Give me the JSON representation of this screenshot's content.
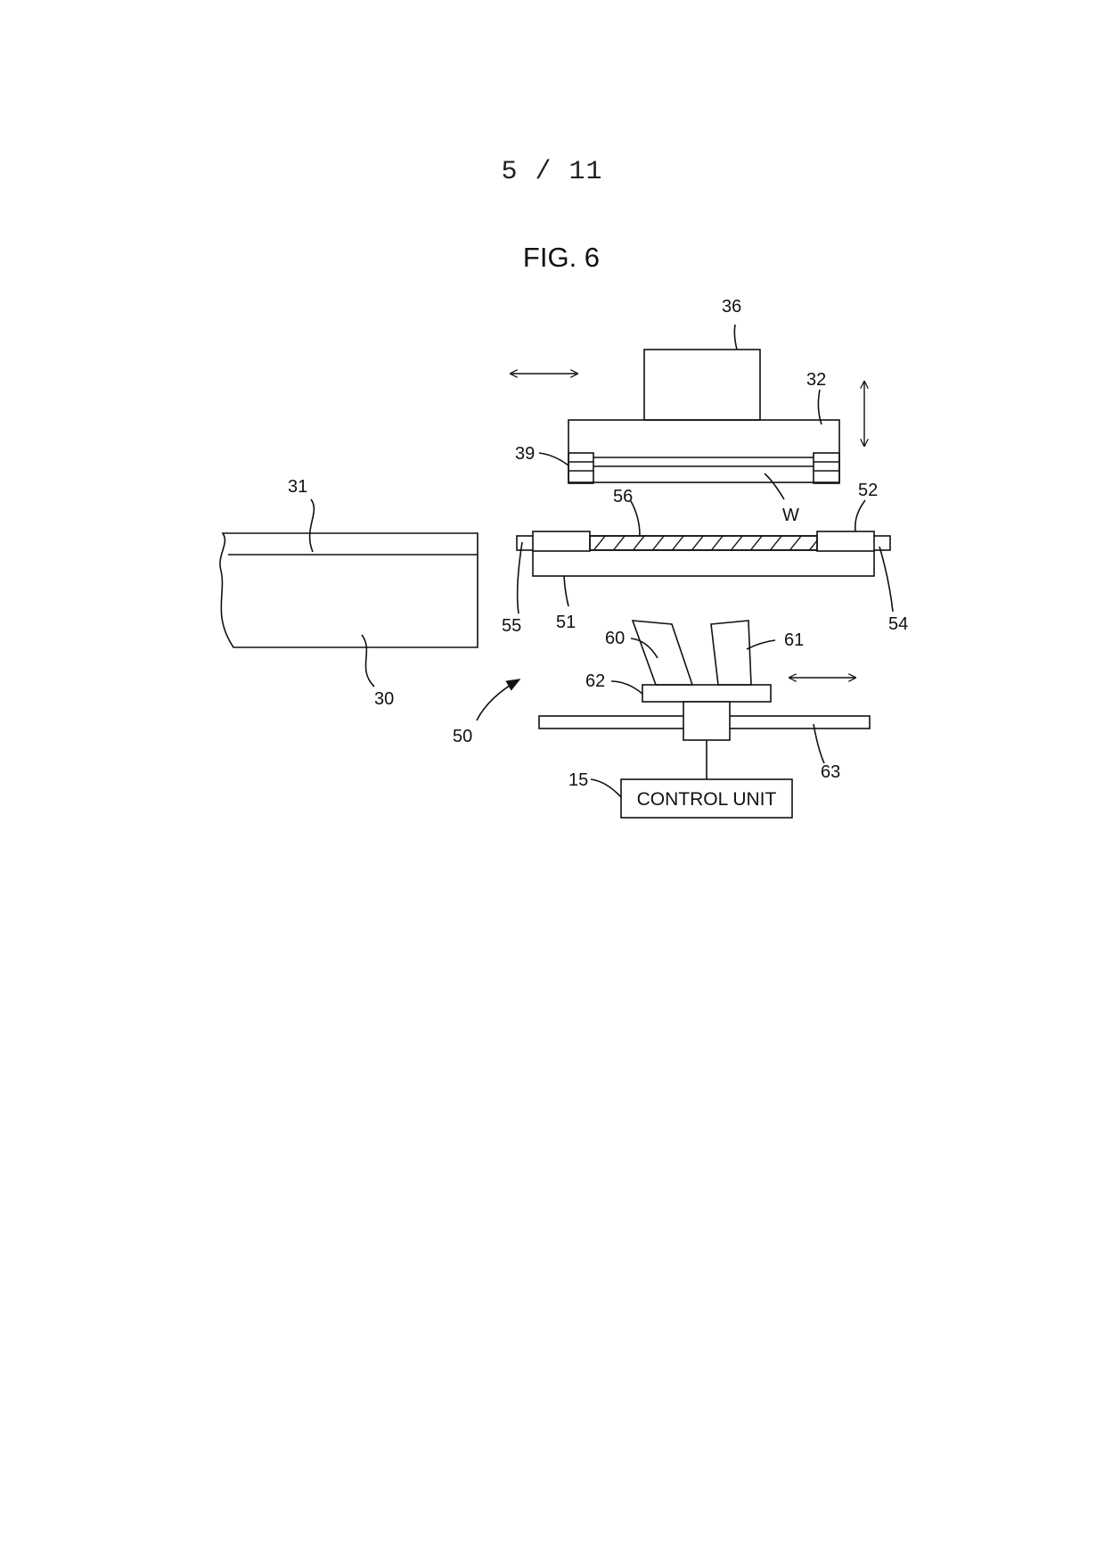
{
  "header": {
    "page_number": "5 / 11",
    "figure_title": "FIG. 6"
  },
  "labels": {
    "l36": "36",
    "l32": "32",
    "l39": "39",
    "lW": "W",
    "l31": "31",
    "l56": "56",
    "l52": "52",
    "l55": "55",
    "l51": "51",
    "l54": "54",
    "l30": "30",
    "l60": "60",
    "l61": "61",
    "l62": "62",
    "l50": "50",
    "l63": "63",
    "l15": "15"
  },
  "control_unit": {
    "label": "CONTROL UNIT"
  },
  "colors": {
    "line": "#111111",
    "background": "#ffffff"
  }
}
